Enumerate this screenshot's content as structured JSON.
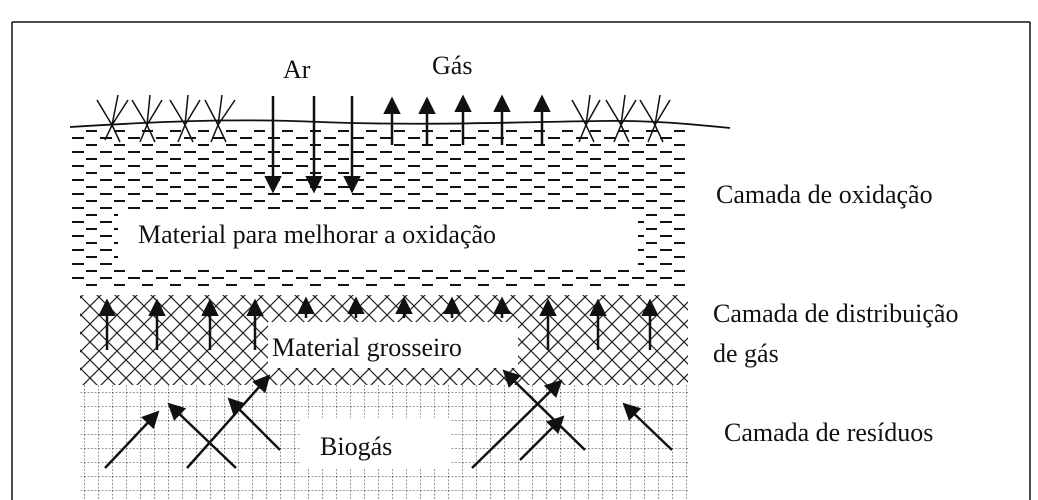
{
  "labels": {
    "ar": "Ar",
    "gas": "Gás",
    "camada_oxidacao": "Camada de oxidação",
    "material_oxidacao": "Material para melhorar a oxidação",
    "camada_distribuicao_l1": "Camada de distribuição",
    "camada_distribuicao_l2": "de gás",
    "material_grosseiro": "Material grosseiro",
    "camada_residuos": "Camada de resíduos",
    "biogas": "Biogás"
  },
  "colors": {
    "ink": "#111111",
    "background": "#ffffff"
  },
  "icons": {
    "vegetation": "grass-tuft-icon",
    "up_arrow": "arrow-up-icon",
    "down_arrow": "arrow-down-icon",
    "diagonal_arrow": "arrow-diagonal-icon"
  }
}
